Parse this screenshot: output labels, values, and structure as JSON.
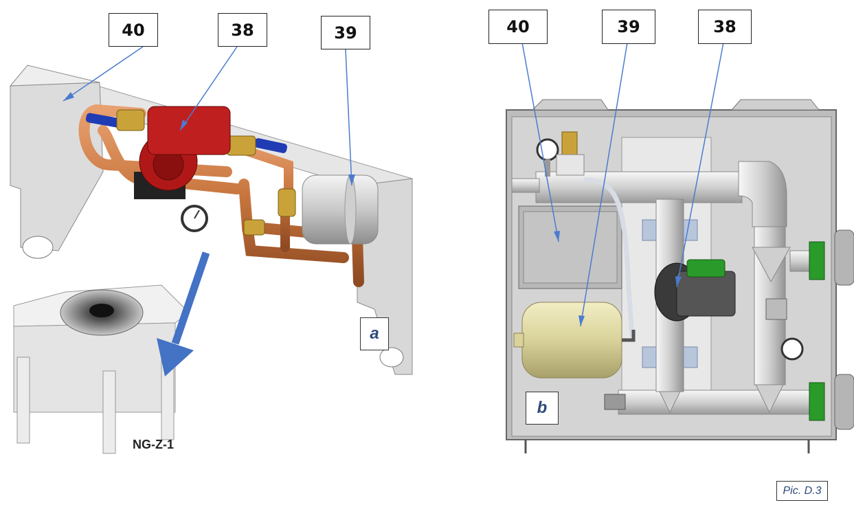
{
  "panel_a": {
    "callouts": [
      "40",
      "38",
      "39"
    ],
    "tag": "a",
    "model_label": "NG-Z-1"
  },
  "panel_b": {
    "callouts": [
      "40",
      "39",
      "38"
    ],
    "tag": "b"
  },
  "caption": "Pic. D.3",
  "colors": {
    "leader_line": "#4a7bd0",
    "arrow": "#4472c4",
    "copper": "#c8763e",
    "pump_red": "#b01818",
    "pump_green": "#2a9a2a",
    "tank_yellow": "#d9d29a",
    "panel_gray": "#d4d4d4"
  }
}
